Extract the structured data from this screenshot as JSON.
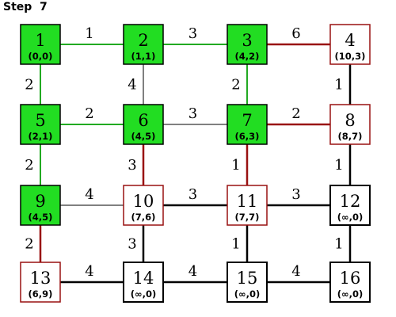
{
  "step_label": "Step  7",
  "colors": {
    "visited_fill": "#22dd22",
    "visited_border": "#000000",
    "frontier_border": "#991111",
    "unvisited_border": "#000000",
    "tree_edge": "#22aa22",
    "candidate_edge": "#991111",
    "unexplored_edge": "#000000",
    "explored_edge": "#000000"
  },
  "nodes": [
    {
      "id": "1",
      "label": "(0,0)",
      "state": "visited"
    },
    {
      "id": "2",
      "label": "(1,1)",
      "state": "visited"
    },
    {
      "id": "3",
      "label": "(4,2)",
      "state": "visited"
    },
    {
      "id": "4",
      "label": "(10,3)",
      "state": "frontier"
    },
    {
      "id": "5",
      "label": "(2,1)",
      "state": "visited"
    },
    {
      "id": "6",
      "label": "(4,5)",
      "state": "visited"
    },
    {
      "id": "7",
      "label": "(6,3)",
      "state": "visited"
    },
    {
      "id": "8",
      "label": "(8,7)",
      "state": "frontier"
    },
    {
      "id": "9",
      "label": "(4,5)",
      "state": "visited"
    },
    {
      "id": "10",
      "label": "(7,6)",
      "state": "frontier"
    },
    {
      "id": "11",
      "label": "(7,7)",
      "state": "frontier"
    },
    {
      "id": "12",
      "label": "(∞,0)",
      "state": "unvisited"
    },
    {
      "id": "13",
      "label": "(6,9)",
      "state": "frontier"
    },
    {
      "id": "14",
      "label": "(∞,0)",
      "state": "unvisited"
    },
    {
      "id": "15",
      "label": "(∞,0)",
      "state": "unvisited"
    },
    {
      "id": "16",
      "label": "(∞,0)",
      "state": "unvisited"
    }
  ],
  "edges": [
    {
      "from": "1",
      "to": "2",
      "weight": "1",
      "type": "tree"
    },
    {
      "from": "2",
      "to": "3",
      "weight": "3",
      "type": "tree"
    },
    {
      "from": "3",
      "to": "4",
      "weight": "6",
      "type": "candidate"
    },
    {
      "from": "5",
      "to": "6",
      "weight": "2",
      "type": "tree"
    },
    {
      "from": "6",
      "to": "7",
      "weight": "3",
      "type": "explored"
    },
    {
      "from": "7",
      "to": "8",
      "weight": "2",
      "type": "candidate"
    },
    {
      "from": "9",
      "to": "10",
      "weight": "4",
      "type": "explored"
    },
    {
      "from": "10",
      "to": "11",
      "weight": "3",
      "type": "unexplored"
    },
    {
      "from": "11",
      "to": "12",
      "weight": "3",
      "type": "unexplored"
    },
    {
      "from": "13",
      "to": "14",
      "weight": "4",
      "type": "unexplored"
    },
    {
      "from": "14",
      "to": "15",
      "weight": "4",
      "type": "unexplored"
    },
    {
      "from": "15",
      "to": "16",
      "weight": "4",
      "type": "unexplored"
    },
    {
      "from": "1",
      "to": "5",
      "weight": "2",
      "type": "tree"
    },
    {
      "from": "5",
      "to": "9",
      "weight": "2",
      "type": "tree"
    },
    {
      "from": "9",
      "to": "13",
      "weight": "2",
      "type": "candidate"
    },
    {
      "from": "2",
      "to": "6",
      "weight": "4",
      "type": "explored"
    },
    {
      "from": "6",
      "to": "10",
      "weight": "3",
      "type": "candidate"
    },
    {
      "from": "10",
      "to": "14",
      "weight": "3",
      "type": "unexplored"
    },
    {
      "from": "3",
      "to": "7",
      "weight": "2",
      "type": "tree"
    },
    {
      "from": "7",
      "to": "11",
      "weight": "1",
      "type": "candidate"
    },
    {
      "from": "11",
      "to": "15",
      "weight": "1",
      "type": "unexplored"
    },
    {
      "from": "4",
      "to": "8",
      "weight": "1",
      "type": "unexplored"
    },
    {
      "from": "8",
      "to": "12",
      "weight": "1",
      "type": "unexplored"
    },
    {
      "from": "12",
      "to": "16",
      "weight": "1",
      "type": "unexplored"
    }
  ]
}
